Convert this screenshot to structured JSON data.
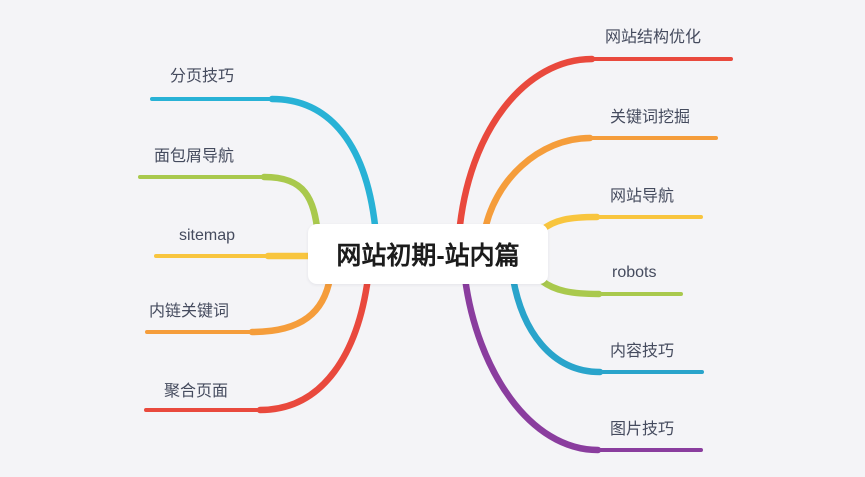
{
  "canvas": {
    "background_color": "#f4f4f7",
    "label_text_color": "#454b5e"
  },
  "center_node": {
    "label": "网站初期-站内篇",
    "bg_color": "#ffffff",
    "text_color": "#1c1c1c"
  },
  "branches": {
    "left": [
      {
        "label": "分页技巧",
        "color": "#28b2d6"
      },
      {
        "label": "面包屑导航",
        "color": "#a9c94d"
      },
      {
        "label": "sitemap",
        "color": "#f8c53e"
      },
      {
        "label": "内链关键词",
        "color": "#f59d3b"
      },
      {
        "label": "聚合页面",
        "color": "#e9493d"
      }
    ],
    "right": [
      {
        "label": "网站结构优化",
        "color": "#e9493d"
      },
      {
        "label": "关键词挖掘",
        "color": "#f59d3b"
      },
      {
        "label": "网站导航",
        "color": "#f8c53e"
      },
      {
        "label": "robots",
        "color": "#a9c94d"
      },
      {
        "label": "内容技巧",
        "color": "#29a4cb"
      },
      {
        "label": "图片技巧",
        "color": "#8a3d9e"
      }
    ]
  }
}
